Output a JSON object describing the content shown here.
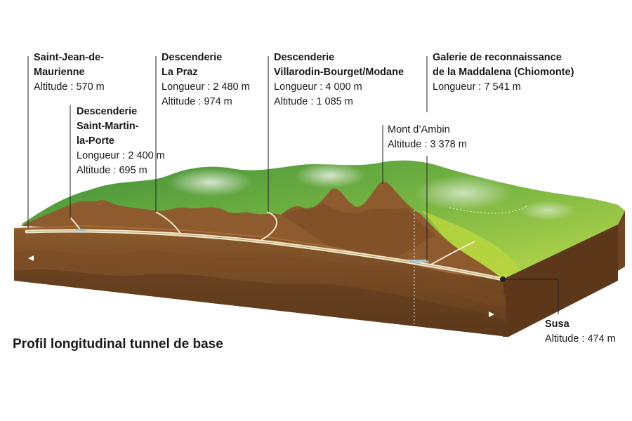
{
  "title": "Profil longitudinal tunnel de base",
  "labels": {
    "saint_jean": {
      "name_lines": [
        "Saint-Jean-de-",
        "Maurienne"
      ],
      "altitude": "Altitude : 570 m"
    },
    "saint_martin": {
      "name_lines": [
        "Descenderie",
        "Saint-Martin-",
        "la-Porte"
      ],
      "length": "Longueur : 2 400 m",
      "altitude": "Altitude : 695 m"
    },
    "la_praz": {
      "name_lines": [
        "Descenderie",
        "La Praz"
      ],
      "length": "Longueur : 2 480 m",
      "altitude": "Altitude : 974 m"
    },
    "villarodin": {
      "name_lines": [
        "Descenderie",
        "Villarodin-Bourget/Modane"
      ],
      "length": "Longueur : 4 000 m",
      "altitude": "Altitude : 1 085 m"
    },
    "maddalena": {
      "name_lines": [
        "Galerie de reconnaissance",
        "de la Maddalena (Chiomonte)"
      ],
      "length": "Longueur : 7 541 m"
    },
    "ambin": {
      "name": "Mont d’Ambin",
      "altitude": "Altitude : 3 378 m"
    },
    "susa": {
      "name": "Susa",
      "altitude": "Altitude : 474 m"
    }
  },
  "colors": {
    "earth_dark": "#6b4220",
    "earth_mid": "#8a5a2e",
    "earth_light": "#a36b38",
    "green_dark": "#2f7d32",
    "green_light": "#b8d94a",
    "tunnel": "#f1e3c0",
    "leader": "#222222"
  }
}
